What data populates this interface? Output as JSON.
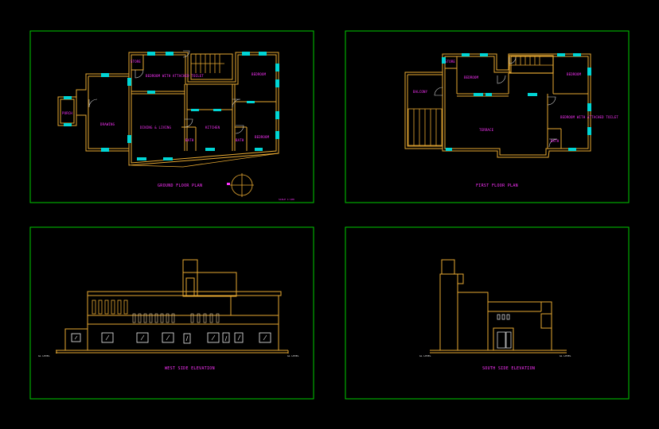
{
  "colors": {
    "background": "#000000",
    "sheet_border": "#00cc00",
    "walls": "#e6a832",
    "openings": "#00d5d5",
    "text": "#ff33ff",
    "level_text": "#e8e8e8",
    "doors": "#d4d4d4"
  },
  "sheets": {
    "ground_floor": {
      "title": "GROUND FLOOR PLAN",
      "scale": "SCALE 1:100",
      "rooms": [
        "STORE",
        "BEDROOM WITH ATTACHED TOILET",
        "BEDROOM",
        "PORCH",
        "DRAWING",
        "DINING & LIVING",
        "KITCHEN",
        "BATH",
        "BATH",
        "BEDROOM"
      ]
    },
    "first_floor": {
      "title": "FIRST FLOOR PLAN",
      "rooms": [
        "STORE",
        "BEDROOM",
        "BEDROOM",
        "BALCONY",
        "TERRACE",
        "BEDROOM WITH ATTACHED TOILET",
        "BATH"
      ]
    },
    "west_elevation": {
      "title": "WEST SIDE ELEVATION",
      "level_left": "GL LEVEL",
      "level_right": "GL LEVEL"
    },
    "south_elevation": {
      "title": "SOUTH SIDE ELEVATION",
      "level_left": "GL LEVEL",
      "level_right": "GL LEVEL"
    }
  }
}
